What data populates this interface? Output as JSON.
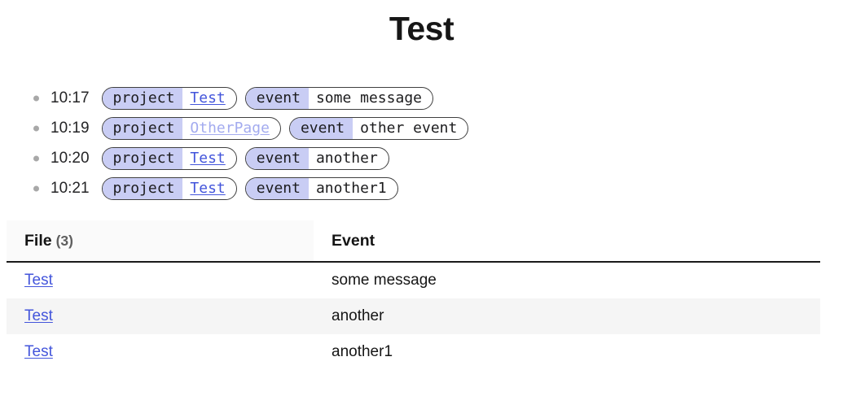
{
  "page": {
    "title": "Test"
  },
  "colors": {
    "pill_label_bg": "#c9cdf4",
    "pill_border": "#404040",
    "link_blue": "#4355db",
    "muted_link": "#a3abef",
    "row_stripe": "#f5f5f5",
    "header_cell_bg": "#fafafa",
    "header_rule": "#1a1a1a",
    "bullet_gray": "#a8a8a8"
  },
  "log": {
    "project_label": "project",
    "event_label": "event",
    "entries": [
      {
        "time": "10:17",
        "project": "Test",
        "event": "some message"
      },
      {
        "time": "10:19",
        "project": "OtherPage",
        "event": "other event"
      },
      {
        "time": "10:20",
        "project": "Test",
        "event": "another"
      },
      {
        "time": "10:21",
        "project": "Test",
        "event": "another1"
      }
    ]
  },
  "table": {
    "headers": {
      "file": "File",
      "file_count": "(3)",
      "event": "Event"
    },
    "rows": [
      {
        "file": "Test",
        "event": "some message"
      },
      {
        "file": "Test",
        "event": "another"
      },
      {
        "file": "Test",
        "event": "another1"
      }
    ]
  }
}
